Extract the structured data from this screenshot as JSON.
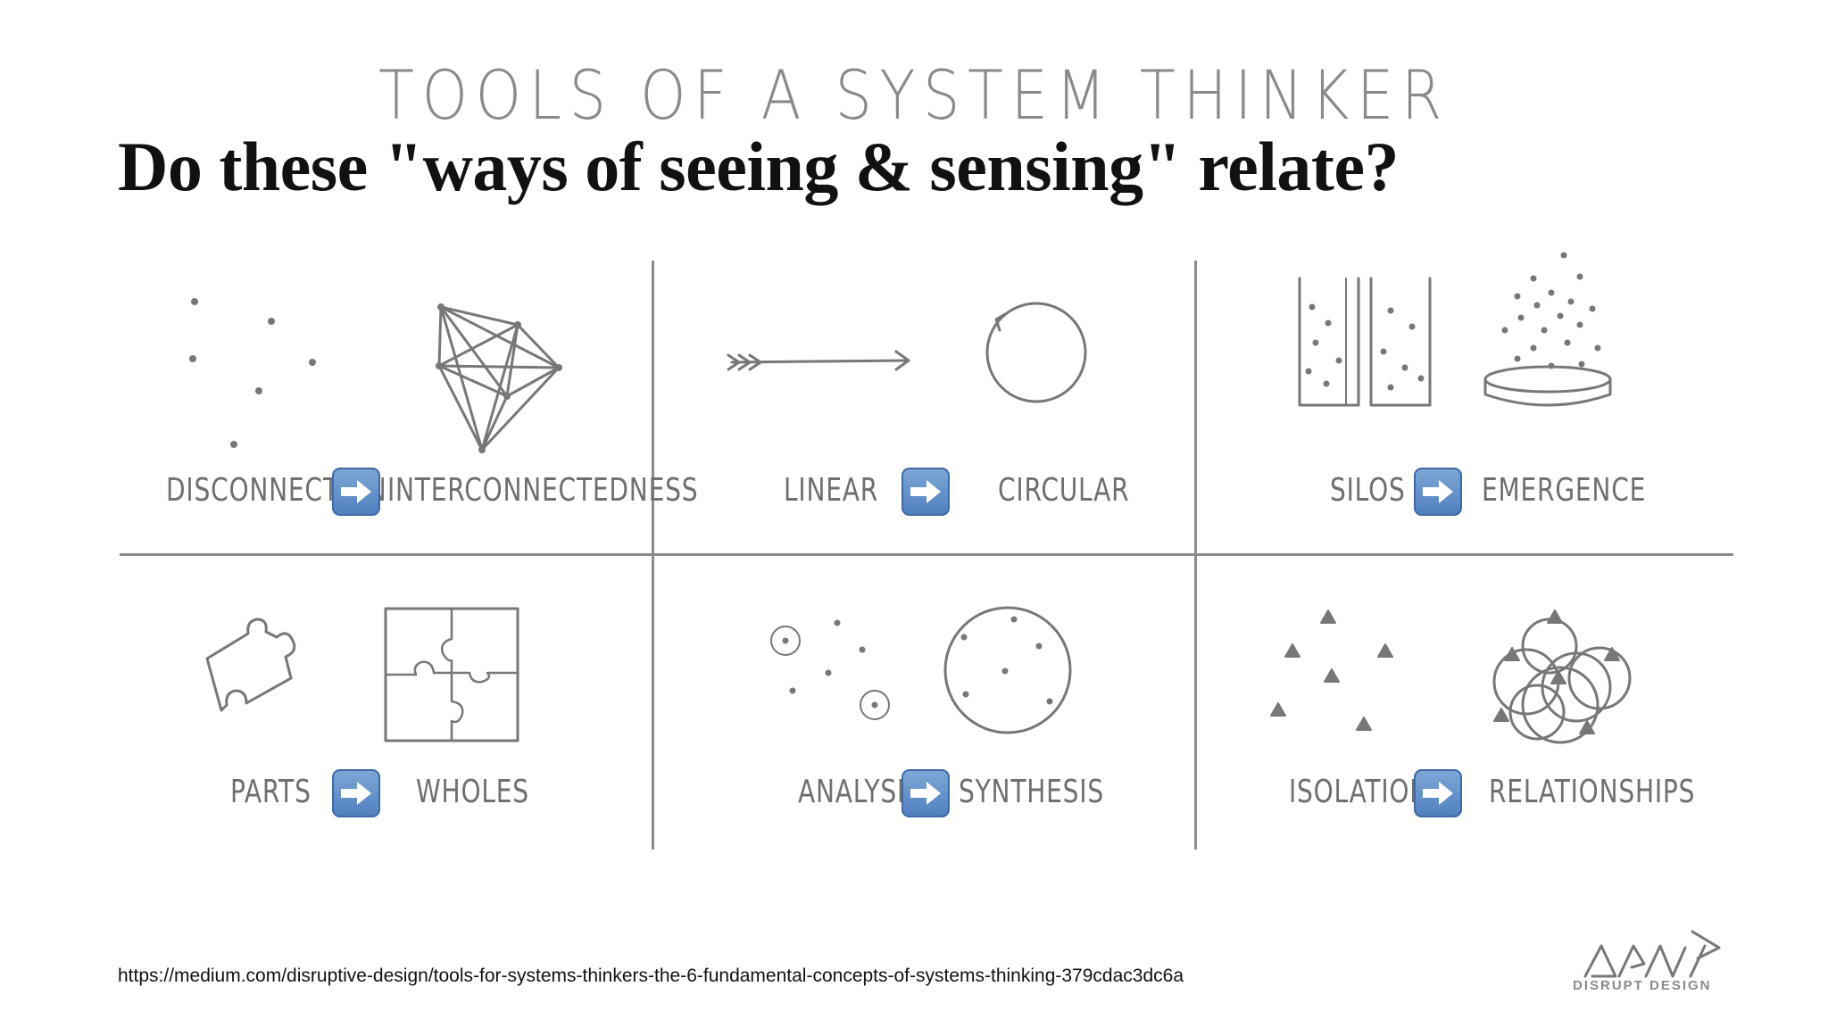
{
  "slide": {
    "handwritten_title": "TOOLS OF A SYSTEM THINKER",
    "headline": "Do these \"ways of seeing & sensing\" relate?",
    "source_url": "https://medium.com/disruptive-design/tools-for-systems-thinkers-the-6-fundamental-concepts-of-systems-thinking-379cdac3dc6a",
    "logo_text": "DISRUPT DESIGN"
  },
  "concepts": [
    {
      "from": "DISCONNECTION",
      "to": "INTERCONNECTEDNESS"
    },
    {
      "from": "LINEAR",
      "to": "CIRCULAR"
    },
    {
      "from": "SILOS",
      "to": "EMERGENCE"
    },
    {
      "from": "PARTS",
      "to": "WHOLES"
    },
    {
      "from": "ANALYSIS",
      "to": "SYNTHESIS"
    },
    {
      "from": "ISOLATION",
      "to": "RELATIONSHIPS"
    }
  ],
  "icons": {
    "arrow": "right-arrow-icon",
    "accent_color": "#5b8bc8",
    "sketch_color": "#777777"
  }
}
